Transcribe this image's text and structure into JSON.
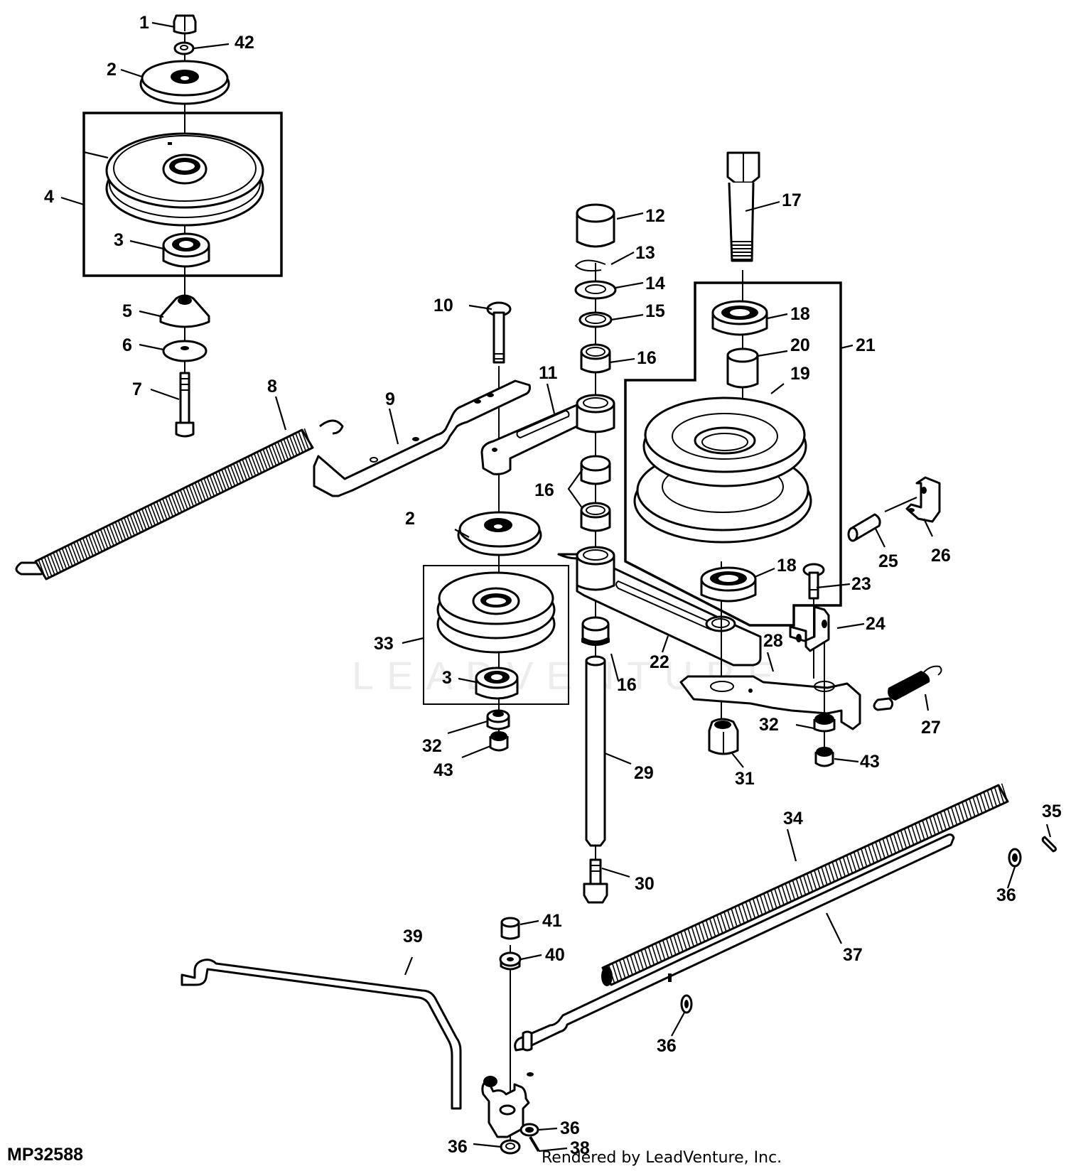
{
  "diagram": {
    "drawing_id": "MP32588",
    "credit": "Rendered by LeadVenture, Inc.",
    "watermark": "LEADVENTURE",
    "callouts": {
      "c1": "1",
      "c42a": "42",
      "c2a": "2",
      "c4": "4",
      "c3a": "3",
      "c5": "5",
      "c6": "6",
      "c7": "7",
      "c8": "8",
      "c9": "9",
      "c10": "10",
      "c11": "11",
      "c12": "12",
      "c13": "13",
      "c14": "14",
      "c15": "15",
      "c16a": "16",
      "c16b": "16",
      "c16c": "16",
      "c17": "17",
      "c18a": "18",
      "c18b": "18",
      "c19": "19",
      "c20": "20",
      "c21": "21",
      "c22": "22",
      "c23": "23",
      "c24": "24",
      "c25": "25",
      "c26": "26",
      "c27": "27",
      "c28": "28",
      "c29": "29",
      "c30": "30",
      "c31": "31",
      "c32a": "32",
      "c32b": "32",
      "c43a": "43",
      "c43b": "43",
      "c2b": "2",
      "c33": "33",
      "c3b": "3",
      "c34": "34",
      "c35": "35",
      "c36a": "36",
      "c36b": "36",
      "c36c": "36",
      "c36d": "36",
      "c37": "37",
      "c38": "38",
      "c39": "39",
      "c40": "40",
      "c41": "41"
    }
  }
}
